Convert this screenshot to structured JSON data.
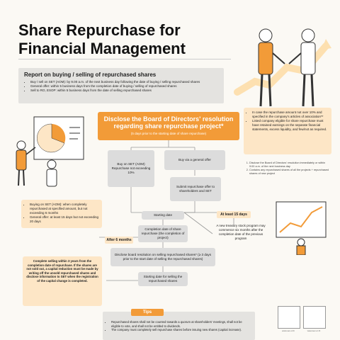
{
  "title_line1": "Share Repurchase for",
  "title_line2": "Financial Management",
  "report": {
    "heading": "Report on buying / selling of repurchased shares",
    "items": [
      "Buy / sell on SET (AOM): by 9.00 a.m. of the next business day following the date of buying / selling repurchased shares",
      "General offer: within 5 business days from the completion date of buying / selling of repurchased shares",
      "Sell to RO, ESOP: within 5 business days from the date of selling repurchased shares"
    ]
  },
  "main_box": {
    "title": "Disclose the Board of Directors' resolution regarding share repurchase project*",
    "subtitle": "(5 days prior to the starting date of share repurchase)"
  },
  "right_box": {
    "items": [
      "In case the repurchase amount not over 10% and specified in the company's articles of association**",
      "Listed company eligible for share repurchase must have retained earnings on the separate financial statements, excess liquidity, and few/not as required."
    ]
  },
  "notes": [
    "Disclose the Board of Directors' resolution immediately or within 9:00 a.m. of the next business day",
    "Contains any repurchased shares of all the projects + repurchased shares of new project"
  ],
  "flow": {
    "buy_on_set": "Buy on SET (AOM) Repurchase not exceeding 10%",
    "general_offer": "Buy via a general offer",
    "submit_offer": "Submit repurchase offer to shareholders and SET",
    "starting_date": "Starting date",
    "completion": "Completion date of share repurchase (the completion of project)",
    "disclose_sell": "Disclose board resolution on selling repurchased shares* (≥ 3 days prior to the start date of selling the repurchased shares)",
    "starting_sell": "Starting date for selling the repurchased shares"
  },
  "left_box": {
    "items": [
      "Buying on SET (AOM): when completely repurchased at specified amount, but not exceeding 6 months",
      "General offer: at least 15 days but not exceeding 20 days"
    ]
  },
  "after_6_months": "After 6 months",
  "at_least_6_days": "At least 15 days",
  "new_program": "A new treasury stock program may commence six months after the completion date of the previous program",
  "complete_box": "Complete selling within 3 years from the completion date of repurchase. If the shares are not sold out, a capital reduction must be made by writing off the unsold repurchased shares and disclose information to SET when the registration of the capital change is completed.",
  "tips": {
    "label": "Tips",
    "items": [
      "Repurchased shares shall not be counted towards a quorum at shareholders' meetings, shall not be eligible to vote, and shall not be entitled to dividends.",
      "The company must completely sell repurchase shares before issuing new shares (capital increase)."
    ]
  },
  "qr_labels": [
    "www.set.or.th",
    "www.sec.or.th"
  ],
  "colors": {
    "accent": "#f29b38",
    "peach": "#fde6c6",
    "grey": "#dcdcdc"
  }
}
